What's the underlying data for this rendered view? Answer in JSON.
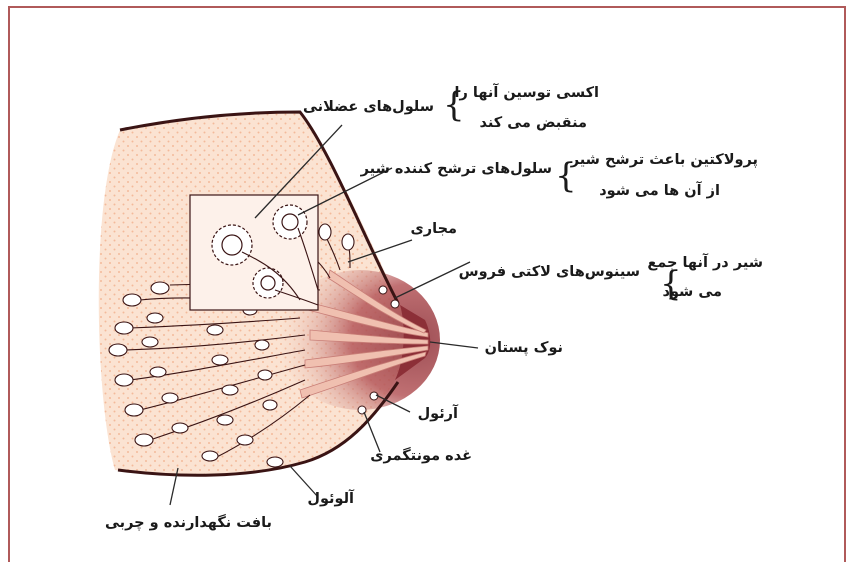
{
  "labels": {
    "muscle_cells": "سلول‌های عضلانی",
    "oxytocin_line1": "اکسی توسین آنها را",
    "oxytocin_line2": "منقبض می کند",
    "secretory_cells": "سلول‌های ترشح کننده شیر",
    "prolactin_line1": "پرولاکتین باعث ترشح شیر",
    "prolactin_line2": "از آن ها می شود",
    "ducts": "مجاری",
    "sinuses": "سینوس‌های لاکتی فروس",
    "milk_collects_line1": "شیر در آنها جمع",
    "milk_collects_line2": "می شود",
    "nipple": "نوک پستان",
    "areola": "آرئول",
    "montgomery": "غده مونتگمری",
    "alveoli": "آلوئول",
    "connective_tissue": "بافت نگهدارنده و چربی"
  },
  "colors": {
    "frame": "#b05a5a",
    "fat_tissue": "#fbe3d2",
    "dots": "#f3b99b",
    "outline": "#3a1414",
    "nipple_dark": "#8c2f37",
    "duct_pink": "#f0c0b0"
  }
}
